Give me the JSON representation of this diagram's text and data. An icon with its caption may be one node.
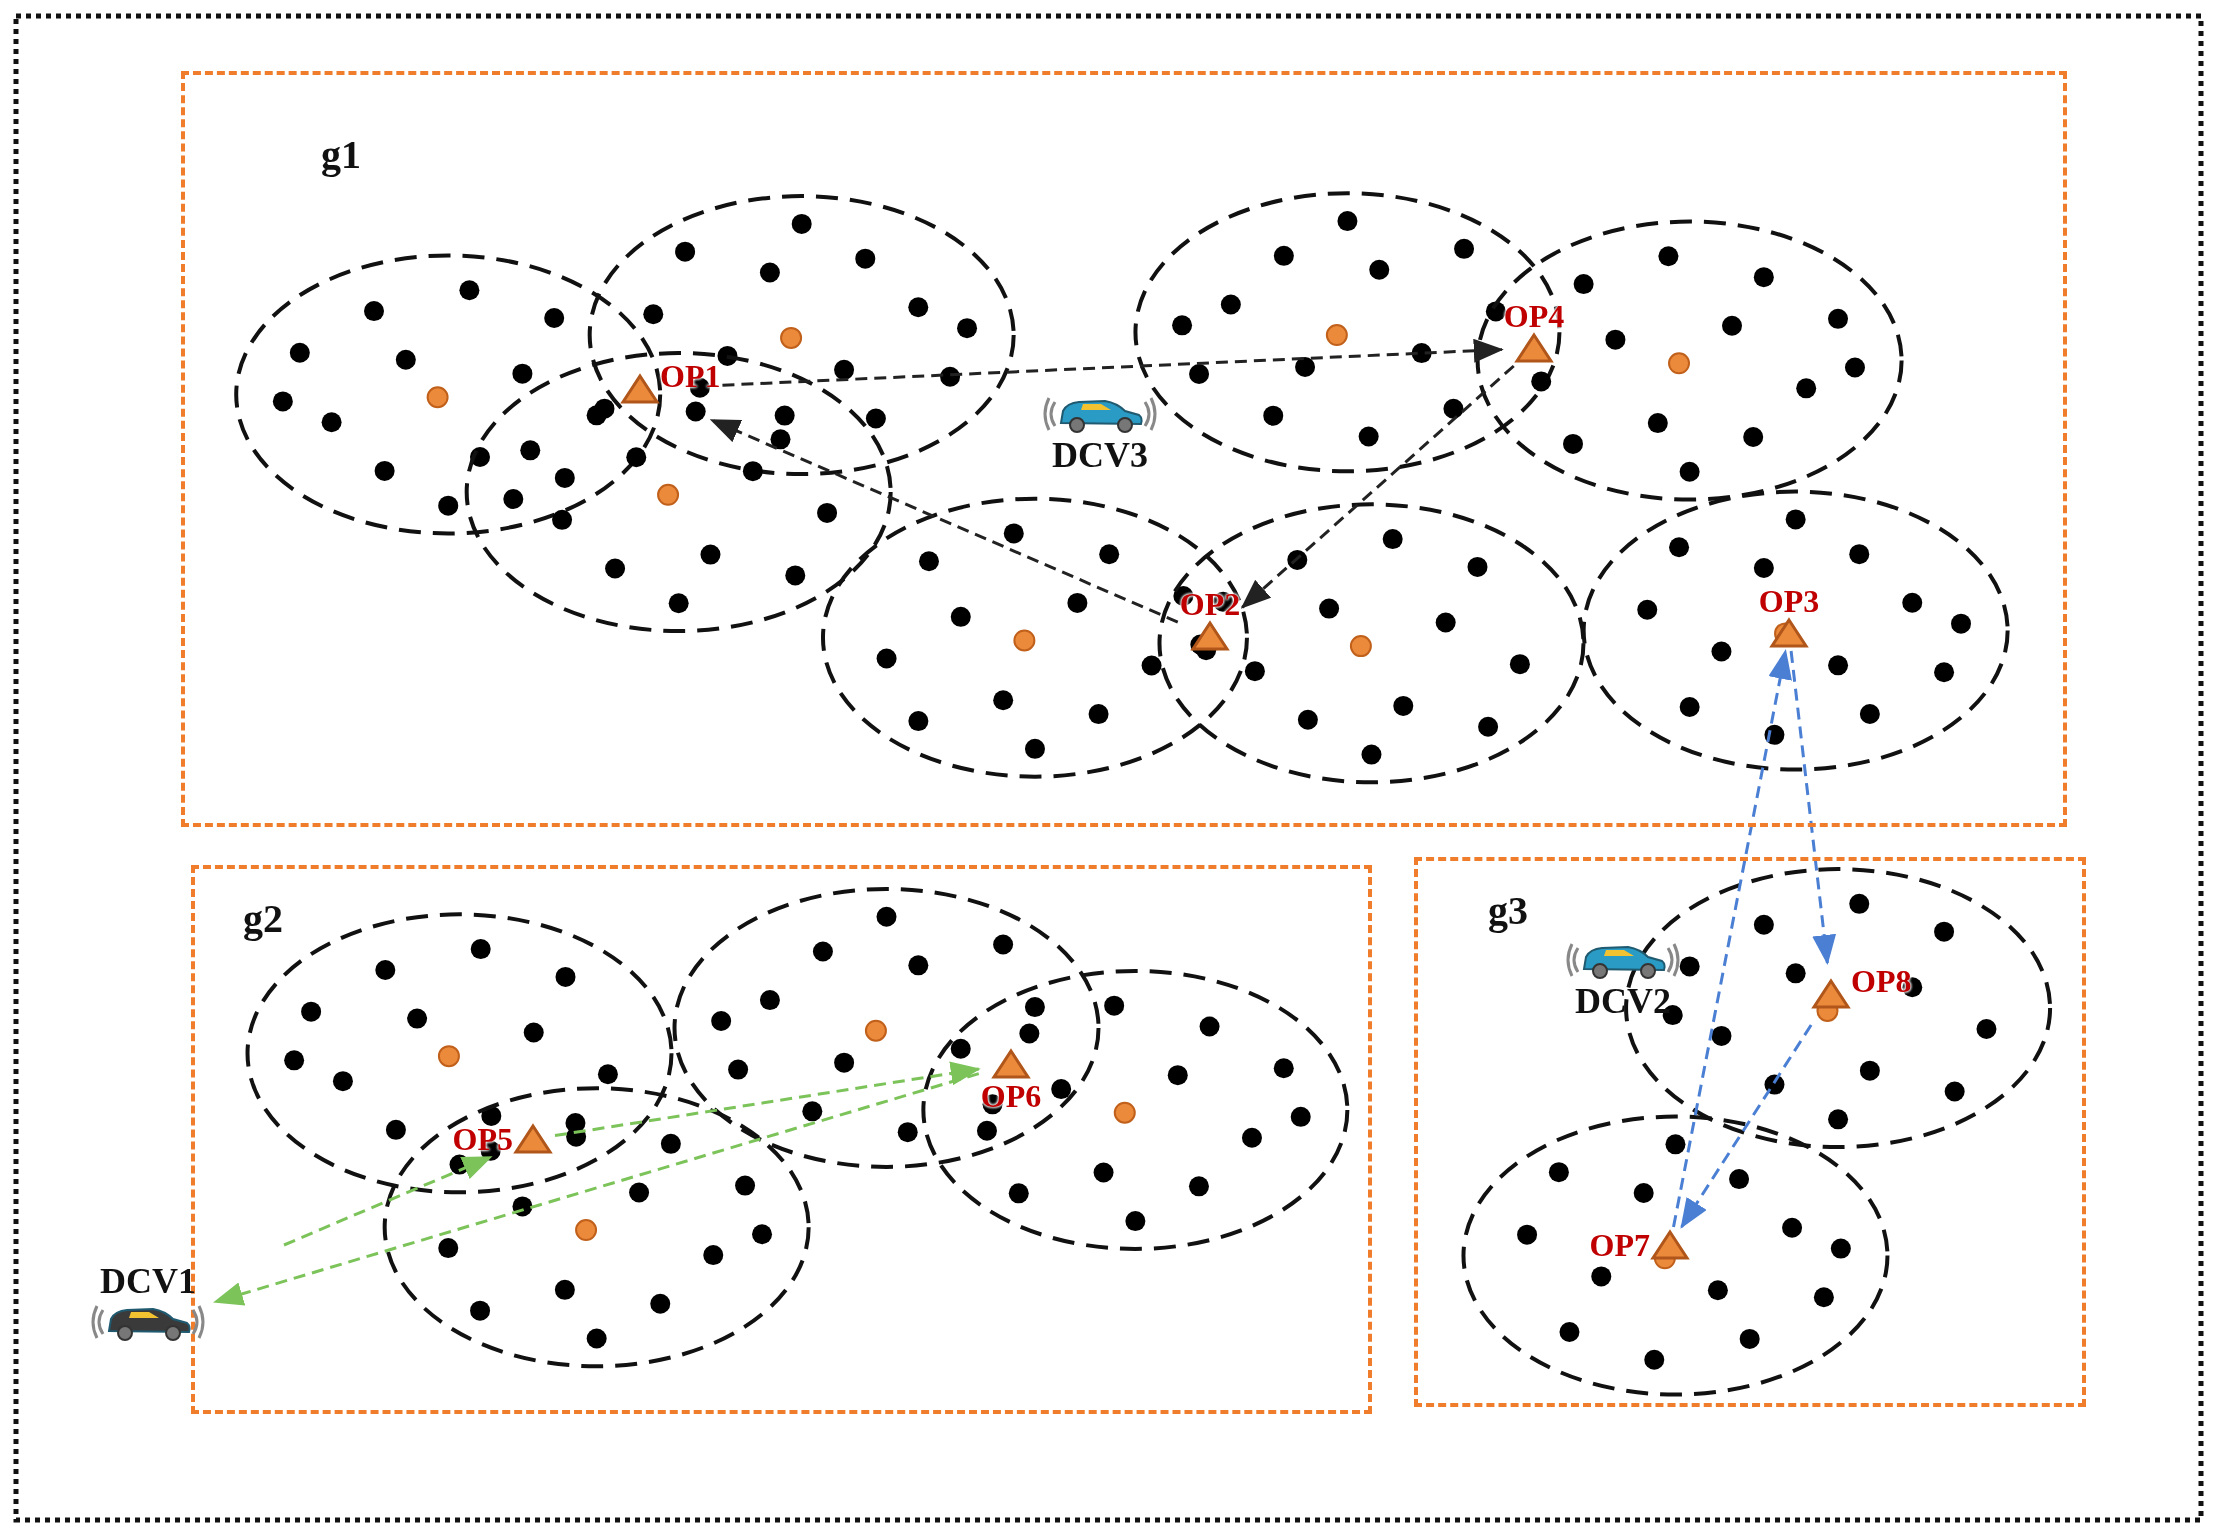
{
  "diagram": {
    "nodes": [
      {
        "text": [
          "g1"
        ]
      },
      {
        "text": [
          "OP1"
        ],
        "in": 0
      },
      {
        "text": [
          "DCV3"
        ],
        "in": 0
      },
      {
        "text": [
          "OP4"
        ],
        "in": 0
      },
      {
        "text": [
          "OP2"
        ],
        "in": 0
      },
      {
        "text": [
          "OP3"
        ],
        "in": 0
      },
      {
        "text": [
          "g2"
        ]
      },
      {
        "text": [
          "OP5"
        ],
        "in": 6
      },
      {
        "text": [
          "OP6"
        ],
        "in": 6
      },
      {
        "text": [
          "DCV1"
        ]
      },
      {
        "text": [
          "g3"
        ]
      },
      {
        "text": [
          "DCV2"
        ],
        "in": 10
      },
      {
        "text": [
          "OP8"
        ],
        "in": 10
      },
      {
        "text": [
          "OP7"
        ],
        "in": 10
      }
    ],
    "edges": [
      {
        "from": 1,
        "to": 3,
        "arrow": "to",
        "style": "dashed",
        "color": "#222222"
      },
      {
        "from": 3,
        "to": 4,
        "arrow": "to",
        "style": "dashed",
        "color": "#222222"
      },
      {
        "from": 4,
        "to": 1,
        "arrow": "to",
        "style": "dashed",
        "color": "#222222"
      },
      {
        "from": 5,
        "to": 12,
        "arrow": "to",
        "style": "dashed",
        "color": "#4a7fd4"
      },
      {
        "from": 12,
        "to": 13,
        "arrow": "to",
        "style": "dashed",
        "color": "#4a7fd4"
      },
      {
        "from": 13,
        "to": 5,
        "arrow": "to",
        "style": "dashed",
        "color": "#4a7fd4"
      },
      {
        "from": null,
        "to": 7,
        "arrow": "to",
        "style": "dashed",
        "color": "#7cc35a"
      },
      {
        "from": 7,
        "to": 8,
        "arrow": "to",
        "style": "dashed",
        "color": "#7cc35a"
      },
      {
        "from": 8,
        "to": 9,
        "arrow": "to",
        "style": "dashed",
        "color": "#7cc35a"
      }
    ]
  }
}
